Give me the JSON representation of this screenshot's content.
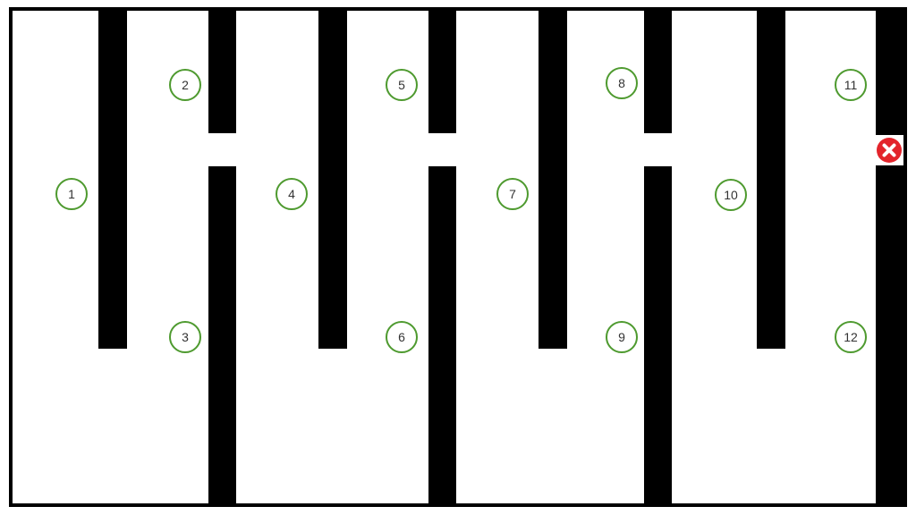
{
  "maze": {
    "markers": [
      {
        "id": "1",
        "label": "1"
      },
      {
        "id": "2",
        "label": "2"
      },
      {
        "id": "3",
        "label": "3"
      },
      {
        "id": "4",
        "label": "4"
      },
      {
        "id": "5",
        "label": "5"
      },
      {
        "id": "6",
        "label": "6"
      },
      {
        "id": "7",
        "label": "7"
      },
      {
        "id": "8",
        "label": "8"
      },
      {
        "id": "9",
        "label": "9"
      },
      {
        "id": "10",
        "label": "10"
      },
      {
        "id": "11",
        "label": "11"
      },
      {
        "id": "12",
        "label": "12"
      }
    ],
    "goal_icon": "close-circle-icon",
    "colors": {
      "wall": "#000000",
      "background": "#ffffff",
      "marker_ring": "#4e9a2f",
      "goal": "#e3242b"
    }
  }
}
